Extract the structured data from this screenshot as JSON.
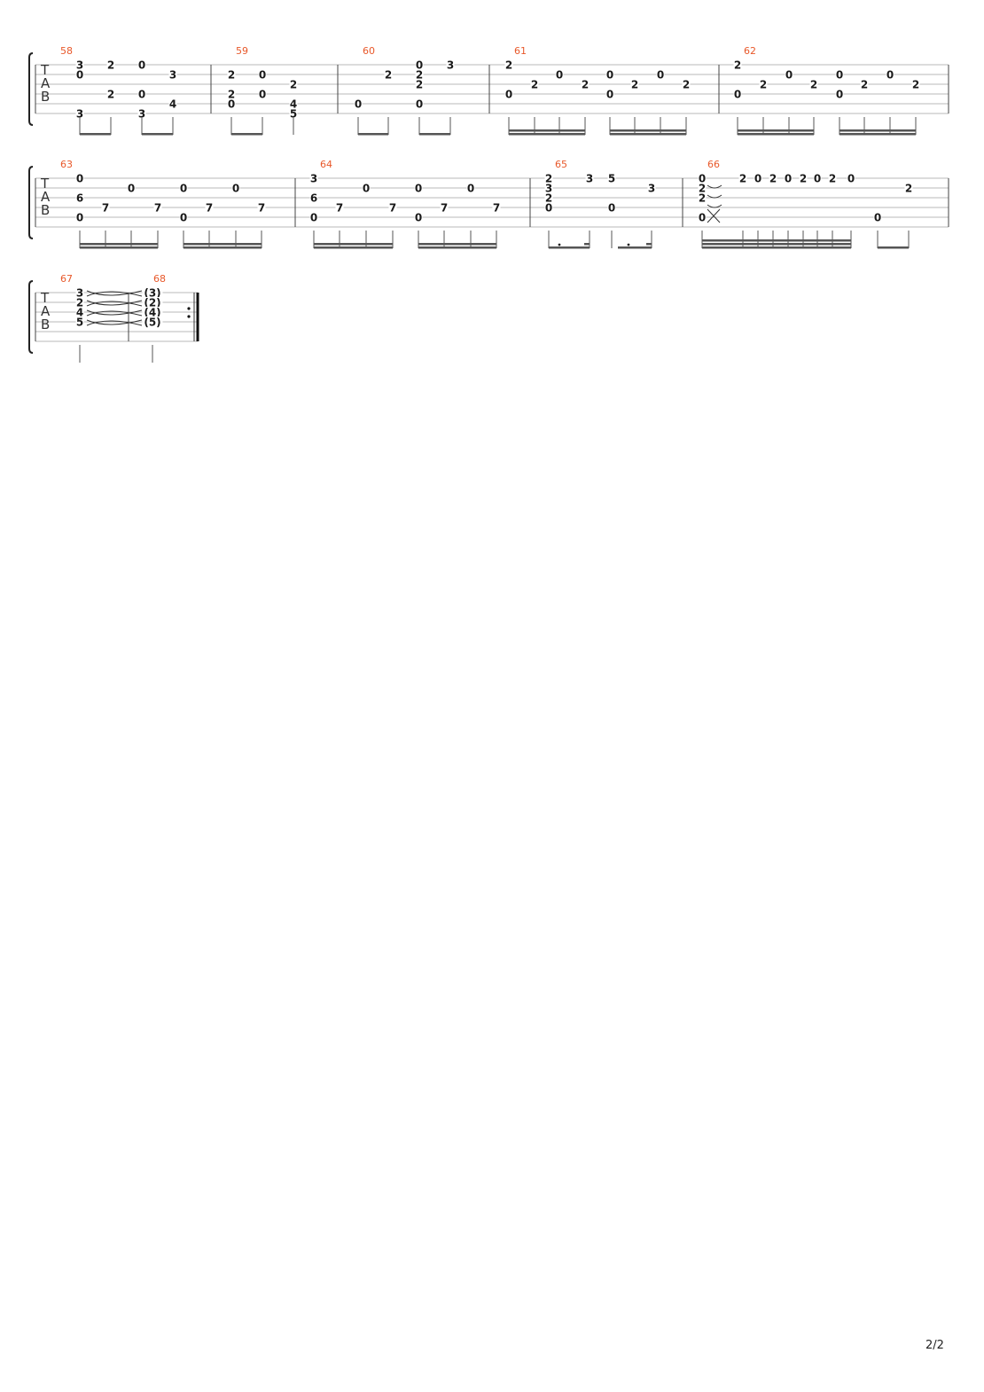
{
  "page_number": "2/2",
  "clef": [
    "T",
    "A",
    "B"
  ],
  "systems": [
    {
      "measures": [
        {
          "number": "58",
          "notes": [
            {
              "col": 0,
              "str": 1,
              "fret": "3"
            },
            {
              "col": 0,
              "str": 2,
              "fret": "0"
            },
            {
              "col": 0,
              "str": 6,
              "fret": "3"
            },
            {
              "col": 1,
              "str": 1,
              "fret": "2"
            },
            {
              "col": 1,
              "str": 4,
              "fret": "2"
            },
            {
              "col": 2,
              "str": 1,
              "fret": "0"
            },
            {
              "col": 2,
              "str": 4,
              "fret": "0"
            },
            {
              "col": 2,
              "str": 6,
              "fret": "3"
            },
            {
              "col": 3,
              "str": 2,
              "fret": "3"
            },
            {
              "col": 3,
              "str": 5,
              "fret": "4"
            }
          ]
        },
        {
          "number": "59",
          "notes": [
            {
              "col": 0,
              "str": 2,
              "fret": "2"
            },
            {
              "col": 0,
              "str": 4,
              "fret": "2"
            },
            {
              "col": 0,
              "str": 5,
              "fret": "0"
            },
            {
              "col": 1,
              "str": 2,
              "fret": "0"
            },
            {
              "col": 1,
              "str": 4,
              "fret": "0"
            },
            {
              "col": 2,
              "str": 3,
              "fret": "2"
            },
            {
              "col": 2,
              "str": 5,
              "fret": "4"
            },
            {
              "col": 2,
              "str": 6,
              "fret": "5"
            }
          ]
        },
        {
          "number": "60",
          "notes": [
            {
              "col": 0,
              "str": 5,
              "fret": "0"
            },
            {
              "col": 1,
              "str": 2,
              "fret": "2"
            },
            {
              "col": 2,
              "str": 1,
              "fret": "0"
            },
            {
              "col": 2,
              "str": 2,
              "fret": "2"
            },
            {
              "col": 2,
              "str": 3,
              "fret": "2"
            },
            {
              "col": 2,
              "str": 5,
              "fret": "0"
            },
            {
              "col": 3,
              "str": 1,
              "fret": "3"
            }
          ]
        },
        {
          "number": "61",
          "notes": [
            {
              "col": 0,
              "str": 1,
              "fret": "2"
            },
            {
              "col": 0,
              "str": 4,
              "fret": "0"
            },
            {
              "col": 1,
              "str": 3,
              "fret": "2"
            },
            {
              "col": 2,
              "str": 2,
              "fret": "0"
            },
            {
              "col": 3,
              "str": 3,
              "fret": "2"
            },
            {
              "col": 4,
              "str": 2,
              "fret": "0"
            },
            {
              "col": 4,
              "str": 4,
              "fret": "0"
            },
            {
              "col": 5,
              "str": 3,
              "fret": "2"
            },
            {
              "col": 6,
              "str": 2,
              "fret": "0"
            },
            {
              "col": 7,
              "str": 3,
              "fret": "2"
            }
          ]
        },
        {
          "number": "62",
          "notes": [
            {
              "col": 0,
              "str": 1,
              "fret": "2"
            },
            {
              "col": 0,
              "str": 4,
              "fret": "0"
            },
            {
              "col": 1,
              "str": 3,
              "fret": "2"
            },
            {
              "col": 2,
              "str": 2,
              "fret": "0"
            },
            {
              "col": 3,
              "str": 3,
              "fret": "2"
            },
            {
              "col": 4,
              "str": 2,
              "fret": "0"
            },
            {
              "col": 4,
              "str": 4,
              "fret": "0"
            },
            {
              "col": 5,
              "str": 3,
              "fret": "2"
            },
            {
              "col": 6,
              "str": 2,
              "fret": "0"
            },
            {
              "col": 7,
              "str": 3,
              "fret": "2"
            }
          ]
        }
      ]
    },
    {
      "measures": [
        {
          "number": "63",
          "notes": [
            {
              "col": 0,
              "str": 1,
              "fret": "0"
            },
            {
              "col": 0,
              "str": 3,
              "fret": "6"
            },
            {
              "col": 0,
              "str": 5,
              "fret": "0"
            },
            {
              "col": 1,
              "str": 4,
              "fret": "7"
            },
            {
              "col": 2,
              "str": 2,
              "fret": "0"
            },
            {
              "col": 3,
              "str": 4,
              "fret": "7"
            },
            {
              "col": 4,
              "str": 5,
              "fret": "0"
            },
            {
              "col": 4,
              "str": 2,
              "fret": "0"
            },
            {
              "col": 5,
              "str": 4,
              "fret": "7"
            },
            {
              "col": 6,
              "str": 2,
              "fret": "0"
            },
            {
              "col": 7,
              "str": 4,
              "fret": "7"
            }
          ]
        },
        {
          "number": "64",
          "notes": [
            {
              "col": 0,
              "str": 1,
              "fret": "3"
            },
            {
              "col": 0,
              "str": 3,
              "fret": "6"
            },
            {
              "col": 0,
              "str": 5,
              "fret": "0"
            },
            {
              "col": 1,
              "str": 4,
              "fret": "7"
            },
            {
              "col": 2,
              "str": 2,
              "fret": "0"
            },
            {
              "col": 3,
              "str": 4,
              "fret": "7"
            },
            {
              "col": 4,
              "str": 5,
              "fret": "0"
            },
            {
              "col": 4,
              "str": 2,
              "fret": "0"
            },
            {
              "col": 5,
              "str": 4,
              "fret": "7"
            },
            {
              "col": 6,
              "str": 2,
              "fret": "0"
            },
            {
              "col": 7,
              "str": 4,
              "fret": "7"
            }
          ]
        },
        {
          "number": "65",
          "notes": [
            {
              "col": 0,
              "str": 1,
              "fret": "2"
            },
            {
              "col": 0,
              "str": 2,
              "fret": "3"
            },
            {
              "col": 0,
              "str": 3,
              "fret": "2"
            },
            {
              "col": 0,
              "str": 4,
              "fret": "0"
            },
            {
              "col": 1,
              "str": 1,
              "fret": "3"
            },
            {
              "col": 2,
              "str": 1,
              "fret": "5"
            },
            {
              "col": 2,
              "str": 4,
              "fret": "0"
            },
            {
              "col": 3,
              "str": 2,
              "fret": "3"
            }
          ]
        },
        {
          "number": "66",
          "notes": [
            {
              "col": 0,
              "str": 1,
              "fret": "0"
            },
            {
              "col": 0,
              "str": 2,
              "fret": "2"
            },
            {
              "col": 0,
              "str": 3,
              "fret": "2"
            },
            {
              "col": 0,
              "str": 5,
              "fret": "0"
            },
            {
              "col": 1,
              "str": 1,
              "fret": "2"
            },
            {
              "col": 2,
              "str": 1,
              "fret": "0"
            },
            {
              "col": 3,
              "str": 1,
              "fret": "2"
            },
            {
              "col": 4,
              "str": 1,
              "fret": "0"
            },
            {
              "col": 5,
              "str": 1,
              "fret": "2"
            },
            {
              "col": 6,
              "str": 1,
              "fret": "0"
            },
            {
              "col": 7,
              "str": 1,
              "fret": "2"
            },
            {
              "col": 8,
              "str": 1,
              "fret": "0"
            },
            {
              "col": 9,
              "str": 5,
              "fret": "0"
            },
            {
              "col": 10,
              "str": 2,
              "fret": "2"
            }
          ]
        }
      ]
    },
    {
      "measures": [
        {
          "number": "67",
          "notes": [
            {
              "col": 0,
              "str": 1,
              "fret": "3"
            },
            {
              "col": 0,
              "str": 2,
              "fret": "2"
            },
            {
              "col": 0,
              "str": 3,
              "fret": "4"
            },
            {
              "col": 0,
              "str": 4,
              "fret": "5"
            }
          ]
        },
        {
          "number": "68",
          "notes": [
            {
              "col": 0,
              "str": 1,
              "fret": "(3)"
            },
            {
              "col": 0,
              "str": 2,
              "fret": "(2)"
            },
            {
              "col": 0,
              "str": 3,
              "fret": "(4)"
            },
            {
              "col": 0,
              "str": 4,
              "fret": "(5)"
            }
          ]
        }
      ]
    }
  ]
}
